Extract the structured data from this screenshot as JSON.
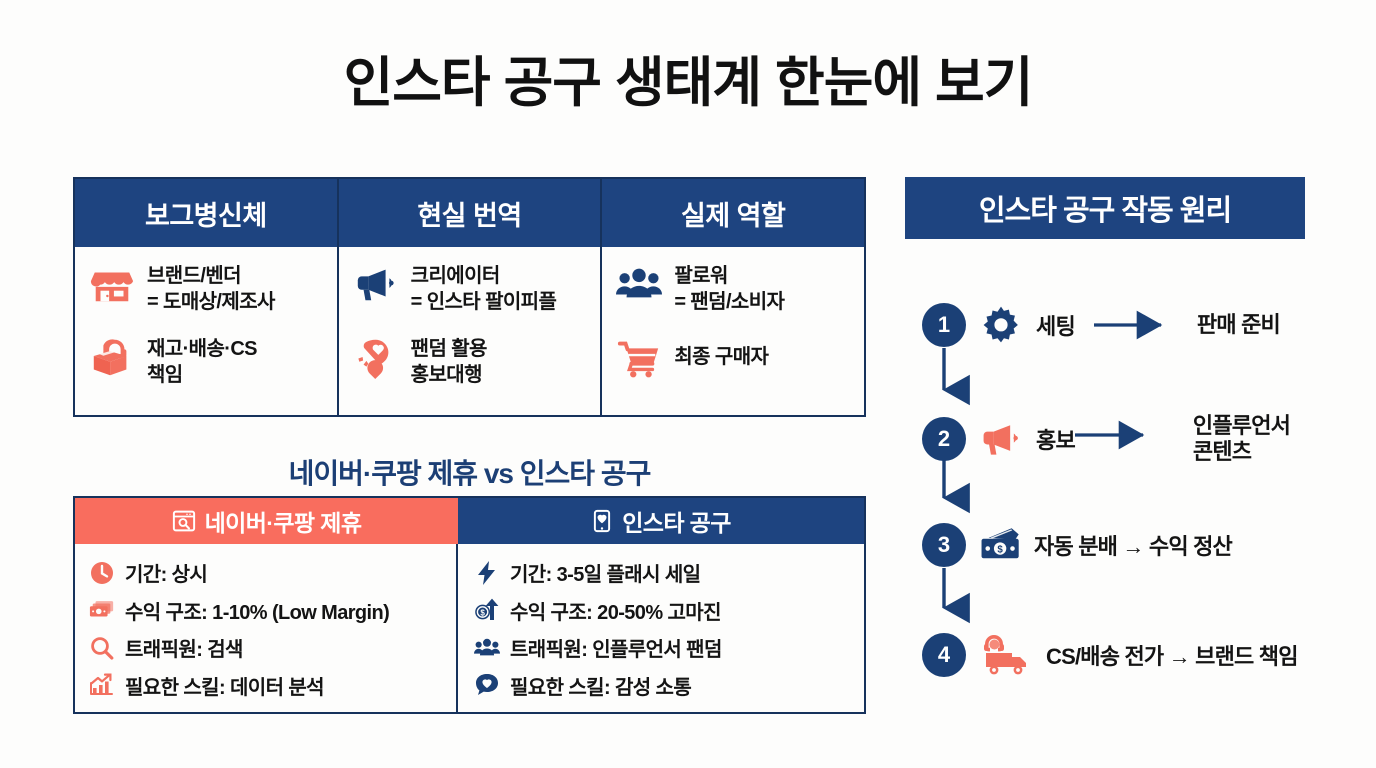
{
  "title": "인스타 공구 생태계 한눈에 보기",
  "colors": {
    "navy": "#1e4480",
    "navy_dark": "#16325c",
    "coral": "#f96d5e",
    "text": "#141414",
    "background": "#fdfdfc"
  },
  "role_table": {
    "headers": [
      "보그병신체",
      "현실 번역",
      "실제 역할"
    ],
    "columns": [
      {
        "items": [
          {
            "icon": "storefront-icon",
            "icon_color": "#f2705f",
            "text": "브랜드/벤더\n= 도매상/제조사"
          },
          {
            "icon": "package-support-icon",
            "icon_color": "#f2705f",
            "text": "재고·배송·CS\n책임"
          }
        ]
      },
      {
        "items": [
          {
            "icon": "megaphone-icon",
            "icon_color": "#1b4076",
            "text": "크리에이터\n= 인스타 팔이피플"
          },
          {
            "icon": "hearts-icon",
            "icon_color": "#f2705f",
            "text": "팬덤 활용\n홍보대행"
          }
        ]
      },
      {
        "items": [
          {
            "icon": "people-group-icon",
            "icon_color": "#1b4076",
            "text": "팔로워\n= 팬덤/소비자"
          },
          {
            "icon": "shopping-cart-icon",
            "icon_color": "#f2705f",
            "text": "최종 구매자"
          }
        ]
      }
    ]
  },
  "compare": {
    "section_title": "네이버·쿠팡 제휴 vs 인스타 공구",
    "left": {
      "header": "네이버·쿠팡 제휴",
      "header_icon": "browser-search-icon",
      "header_bg": "#f96d5e",
      "rows": [
        {
          "icon": "clock-icon",
          "text": "기간: 상시"
        },
        {
          "icon": "cash-stack-icon",
          "text": "수익 구조: 1-10% (Low Margin)"
        },
        {
          "icon": "magnifier-icon",
          "text": "트래픽원: 검색"
        },
        {
          "icon": "bar-chart-growth-icon",
          "text": "필요한 스킬: 데이터 분석"
        }
      ]
    },
    "right": {
      "header": "인스타 공구",
      "header_icon": "phone-heart-icon",
      "header_bg": "#1e4480",
      "rows": [
        {
          "icon": "lightning-bolt-icon",
          "text": "기간: 3-5일 플래시 세일"
        },
        {
          "icon": "coin-up-arrow-icon",
          "text": "수익 구조: 20-50% 고마진"
        },
        {
          "icon": "people-group-icon",
          "text": "트래픽원: 인플루언서 팬덤"
        },
        {
          "icon": "chat-heart-icon",
          "text": "필요한 스킬: 감성 소통"
        }
      ]
    }
  },
  "flow": {
    "header": "인스타 공구 작동 원리",
    "steps": [
      {
        "number": "1",
        "icon": "gear-icon",
        "icon_color": "#1b4076",
        "label": "세팅",
        "connector": "long-arrow",
        "result": "판매 준비"
      },
      {
        "number": "2",
        "icon": "megaphone-icon",
        "icon_color": "#f2705f",
        "label": "홍보",
        "connector": "long-arrow",
        "result": "인플루언서\n콘텐츠"
      },
      {
        "number": "3",
        "icon": "cash-icon",
        "icon_color": "#1b4076",
        "label": "자동 분배",
        "connector": "inline-arrow",
        "inline_text": "자동 분배 → 수익 정산"
      },
      {
        "number": "4",
        "icon": "delivery-support-icon",
        "icon_color": "#f2705f",
        "label": "CS/배송 전가",
        "connector": "inline-arrow",
        "inline_text": "CS/배송 전가 → 브랜드 책임"
      }
    ]
  }
}
